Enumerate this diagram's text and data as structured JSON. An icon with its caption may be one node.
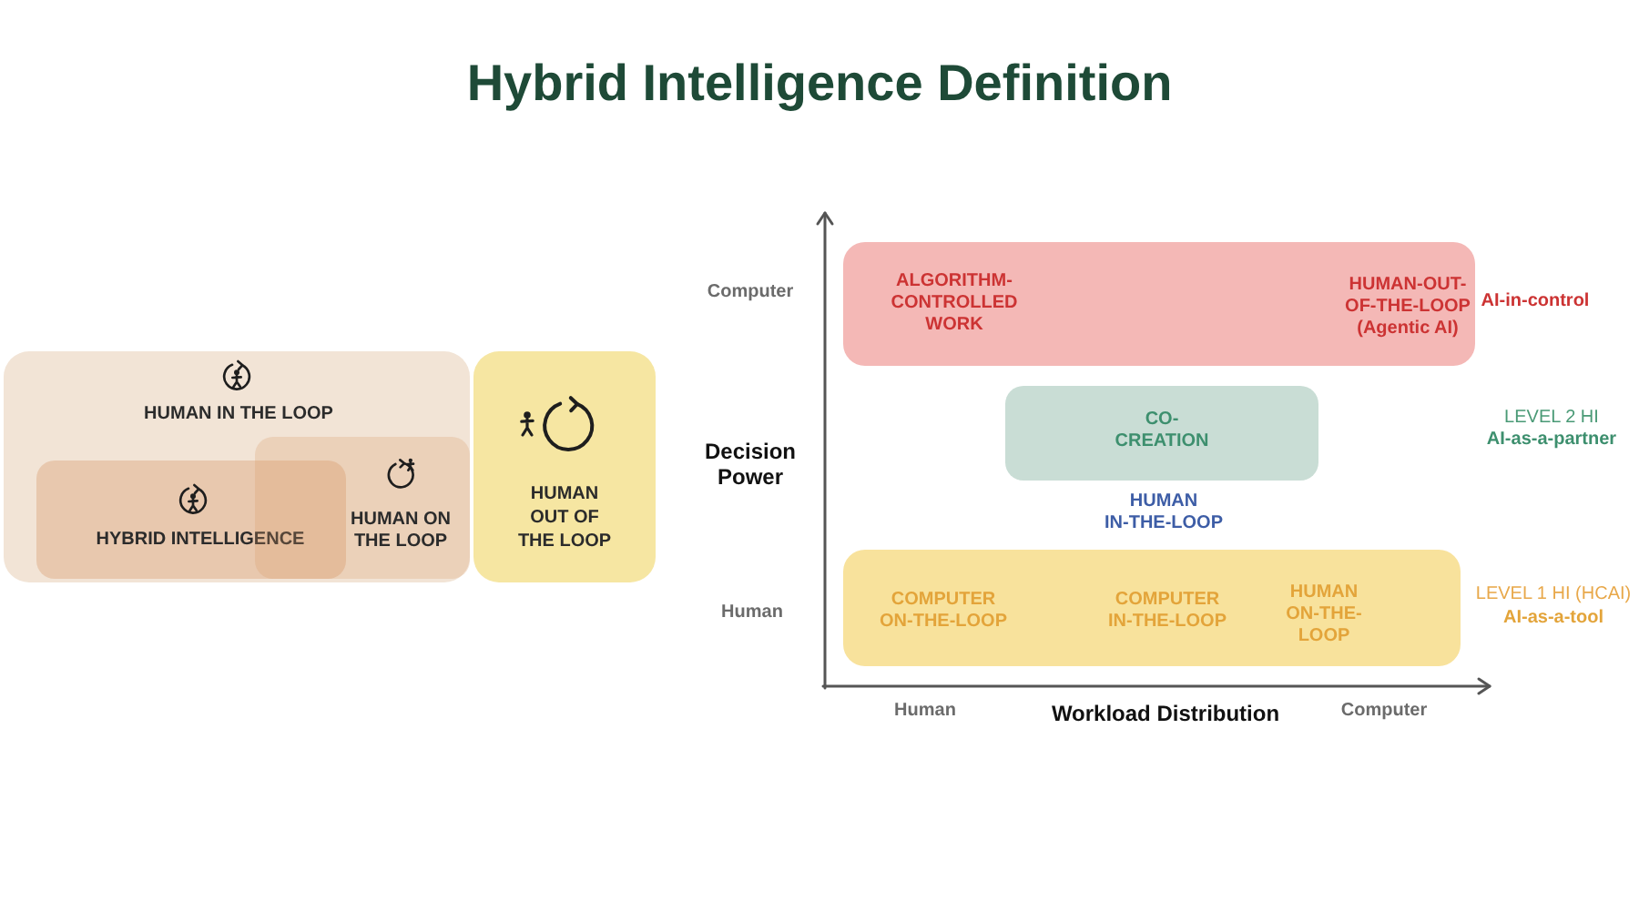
{
  "diagram": {
    "title": "Hybrid Intelligence Definition",
    "nodes": [
      {
        "text": [
          "HUMAN IN THE LOOP"
        ]
      },
      {
        "text": [
          "HYBRID INTELLIGENCE"
        ],
        "in": 0
      },
      {
        "text": [
          "HUMAN ON THE LOOP"
        ],
        "in": 0
      },
      {
        "text": [
          "HUMAN OUT OF THE LOOP"
        ]
      },
      {
        "text": [
          "ALGORITHM-CONTROLLED WORK",
          "HUMAN-OUT-OF-THE-LOOP (Agentic AI)"
        ],
        "beside": [
          "AI-in-control"
        ]
      },
      {
        "text": [
          "CO-CREATION"
        ],
        "beside": [
          "LEVEL 2 HI",
          "AI-as-a-partner"
        ]
      },
      {
        "text": [
          "COMPUTER ON-THE-LOOP",
          "COMPUTER IN-THE-LOOP",
          "HUMAN ON-THE-LOOP"
        ],
        "beside": [
          "LEVEL 1 HI (HCAI)",
          "AI-as-a-tool"
        ]
      }
    ],
    "labels": [
      "Computer",
      "Decision Power",
      "HUMAN IN-THE-LOOP",
      "Human",
      "Human",
      "Workload Distribution",
      "Computer"
    ]
  }
}
